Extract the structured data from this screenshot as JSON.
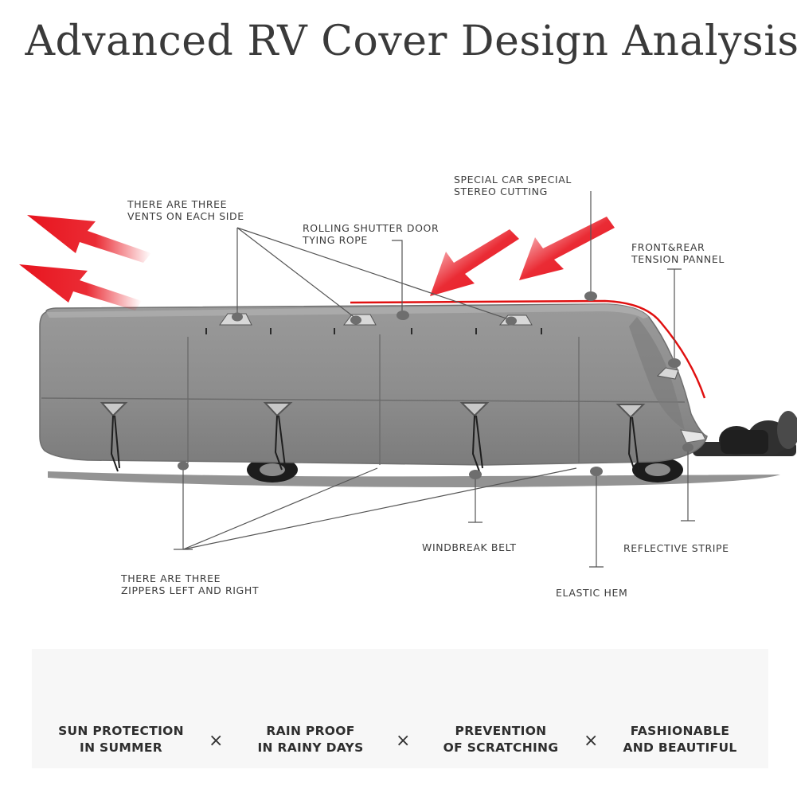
{
  "title": "Advanced RV Cover Design Analysis",
  "callouts": {
    "vents": [
      "THERE ARE THREE",
      "VENTS ON EACH SIDE"
    ],
    "rope": [
      "ROLLING SHUTTER DOOR",
      "TYING ROPE"
    ],
    "cutting": [
      "SPECIAL CAR SPECIAL",
      "STEREO CUTTING"
    ],
    "tension": [
      "FRONT&REAR",
      "TENSION PANNEL"
    ],
    "zippers": [
      "THERE ARE THREE",
      "ZIPPERS LEFT AND RIGHT"
    ],
    "windbreak": [
      "WINDBREAK BELT"
    ],
    "reflective": [
      "REFLECTIVE STRIPE"
    ],
    "hem": [
      "ELASTIC HEM"
    ]
  },
  "features": [
    {
      "line1": "SUN PROTECTION",
      "line2": "IN SUMMER"
    },
    {
      "line1": "RAIN PROOF",
      "line2": "IN RAINY DAYS"
    },
    {
      "line1": "PREVENTION",
      "line2": "OF SCRATCHING"
    },
    {
      "line1": "FASHIONABLE",
      "line2": "AND BEAUTIFUL"
    }
  ],
  "separator": "×",
  "colors": {
    "arrow": "#e8141e",
    "cover": "#8f8f8f",
    "stripe": "#e01010"
  }
}
